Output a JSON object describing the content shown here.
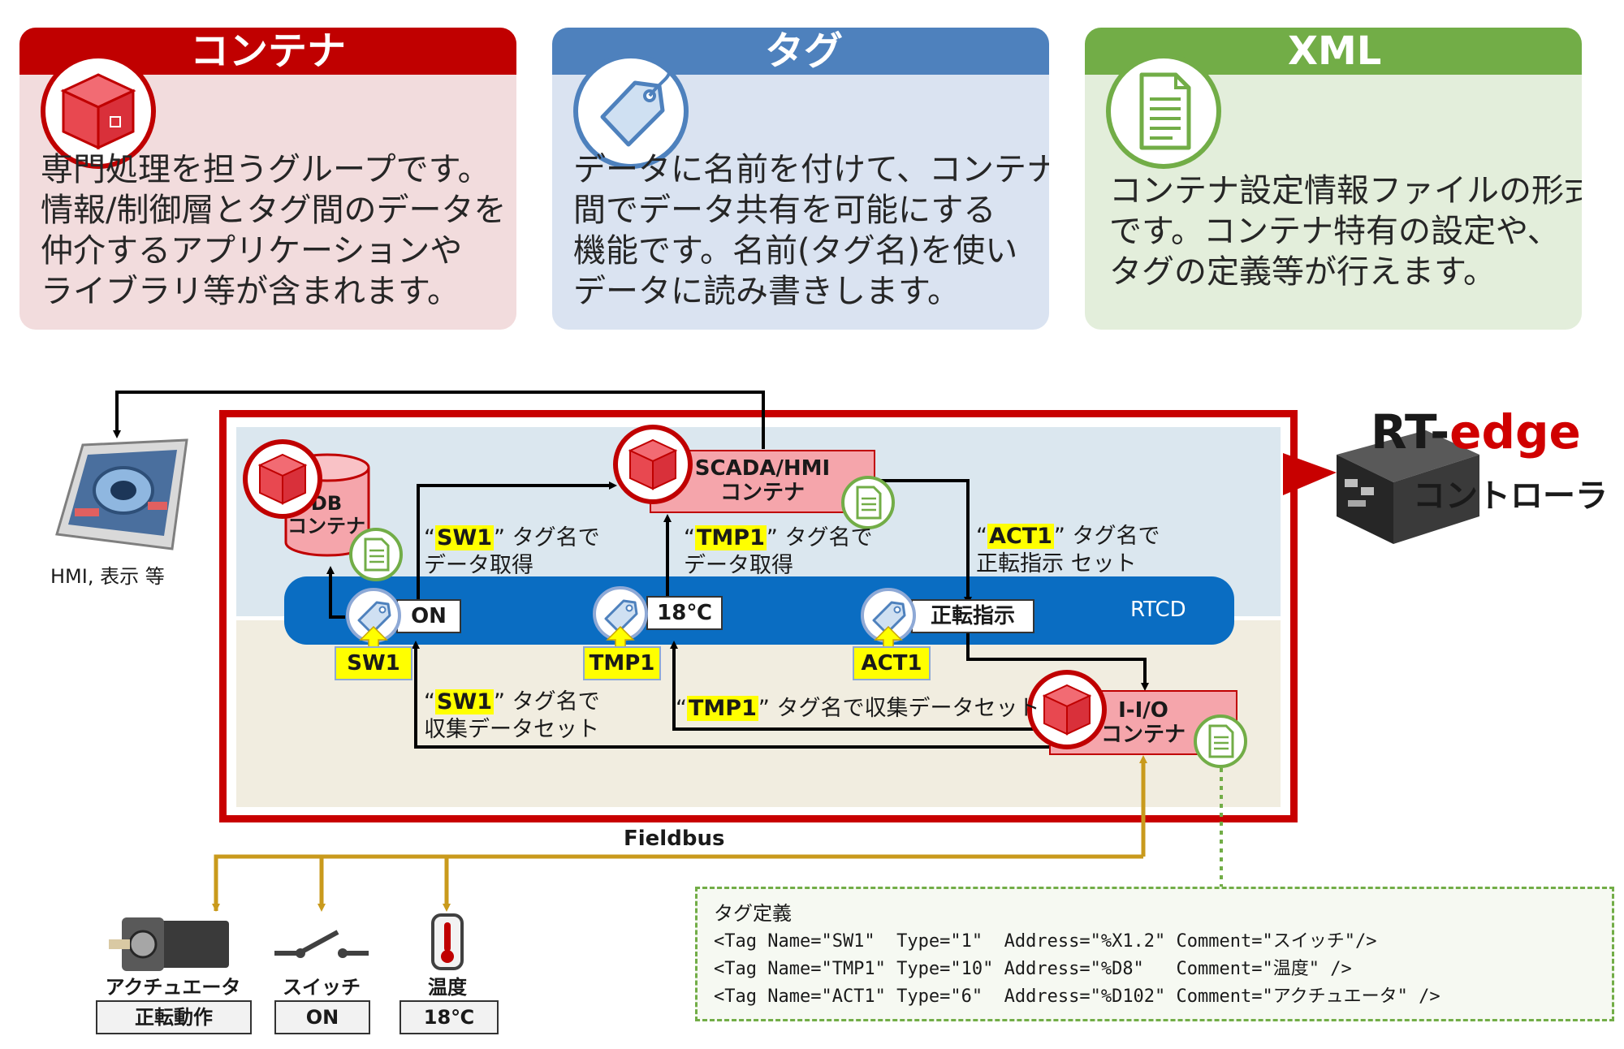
{
  "cards": {
    "container": {
      "title": "コンテナ",
      "lines": [
        "専門処理を担うグループです。",
        "情報/制御層とタグ間のデータを",
        "仲介するアプリケーションや",
        "ライブラリ等が含まれます。"
      ]
    },
    "tag": {
      "title": "タグ",
      "lines": [
        "データに名前を付けて、コンテナ",
        "間でデータ共有を可能にする",
        "機能です。名前(タグ名)を使い",
        "データに読み書きします。"
      ]
    },
    "xml": {
      "title": "XML",
      "lines": [
        "コンテナ設定情報ファイルの形式",
        "です。コンテナ特有の設定や、",
        "タグの定義等が行えます。"
      ]
    }
  },
  "hmi_label": "HMI, 表示 等",
  "controller": {
    "rt": "RT-",
    "edge": "edge",
    "sub": "コントローラ"
  },
  "containers": {
    "db": {
      "line1": "DB",
      "line2": "コンテナ"
    },
    "scada": {
      "line1": "SCADA/HMI",
      "line2": "コンテナ"
    },
    "io": {
      "line1": "I-I/O",
      "line2": "コンテナ"
    }
  },
  "bus_label": "RTCD",
  "tags": {
    "sw1": {
      "name": "SW1",
      "value": "ON"
    },
    "tmp1": {
      "name": "TMP1",
      "value": "18℃"
    },
    "act1": {
      "name": "ACT1",
      "value": "正転指示"
    }
  },
  "notes": {
    "sw1_get": {
      "tag": "SW1",
      "mid": " タグ名で",
      "line2": "データ取得"
    },
    "tmp1_get": {
      "tag": "TMP1",
      "mid": " タグ名で",
      "line2": "データ取得"
    },
    "act1_set": {
      "tag": "ACT1",
      "mid": " タグ名で",
      "line2": "正転指示 セット"
    },
    "sw1_set": {
      "tag": "SW1",
      "mid": " タグ名で",
      "line2": "収集データセット"
    },
    "tmp1_set": {
      "tag": "TMP1",
      "mid": " タグ名で収集データセット"
    }
  },
  "quote_open": "“",
  "quote_close": "”",
  "fieldbus": "Fieldbus",
  "devices": [
    {
      "label": "アクチュエータ",
      "state": "正転動作"
    },
    {
      "label": "スイッチ",
      "state": "ON"
    },
    {
      "label": "温度",
      "state": "18℃"
    }
  ],
  "xml_def": {
    "title": "タグ定義",
    "lines": [
      "<Tag Name=\"SW1\"  Type=\"1\"  Address=\"%X1.2\" Comment=\"スイッチ\"/>",
      "<Tag Name=\"TMP1\" Type=\"10\" Address=\"%D8\"   Comment=\"温度\" />",
      "<Tag Name=\"ACT1\" Type=\"6\"  Address=\"%D102\" Comment=\"アクチュエータ\" />"
    ]
  },
  "colors": {
    "red": "#c00000",
    "blue": "#4e81bd",
    "green": "#72ad47",
    "bus": "#0a6dc2",
    "fieldbus": "#c99a1c",
    "highlight": "#ffff00"
  }
}
